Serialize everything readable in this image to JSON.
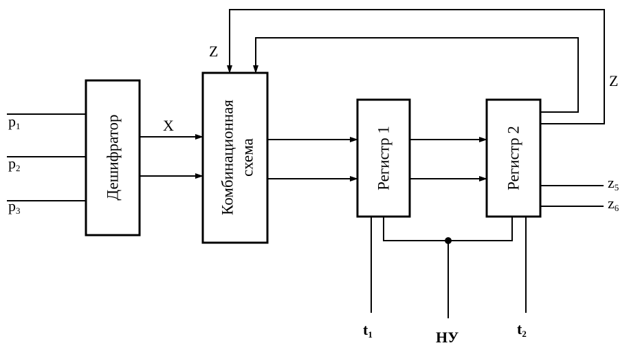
{
  "blocks": {
    "decoder": "Дешифратор",
    "comb_line1": "Комбинационная",
    "comb_line2": "схема",
    "reg1": "Регистр 1",
    "reg2": "Регистр 2"
  },
  "inputs": {
    "p1": {
      "base": "p",
      "sub": "1"
    },
    "p2": {
      "base": "p",
      "sub": "2"
    },
    "p3": {
      "base": "p",
      "sub": "3"
    }
  },
  "signals": {
    "x": "X",
    "z_left": "Z",
    "z_right": "Z",
    "z5": {
      "base": "z",
      "sub": "5"
    },
    "z6": {
      "base": "z",
      "sub": "6"
    },
    "t1": {
      "base": "t",
      "sub": "1"
    },
    "t2": {
      "base": "t",
      "sub": "2"
    },
    "nu": "НУ"
  }
}
